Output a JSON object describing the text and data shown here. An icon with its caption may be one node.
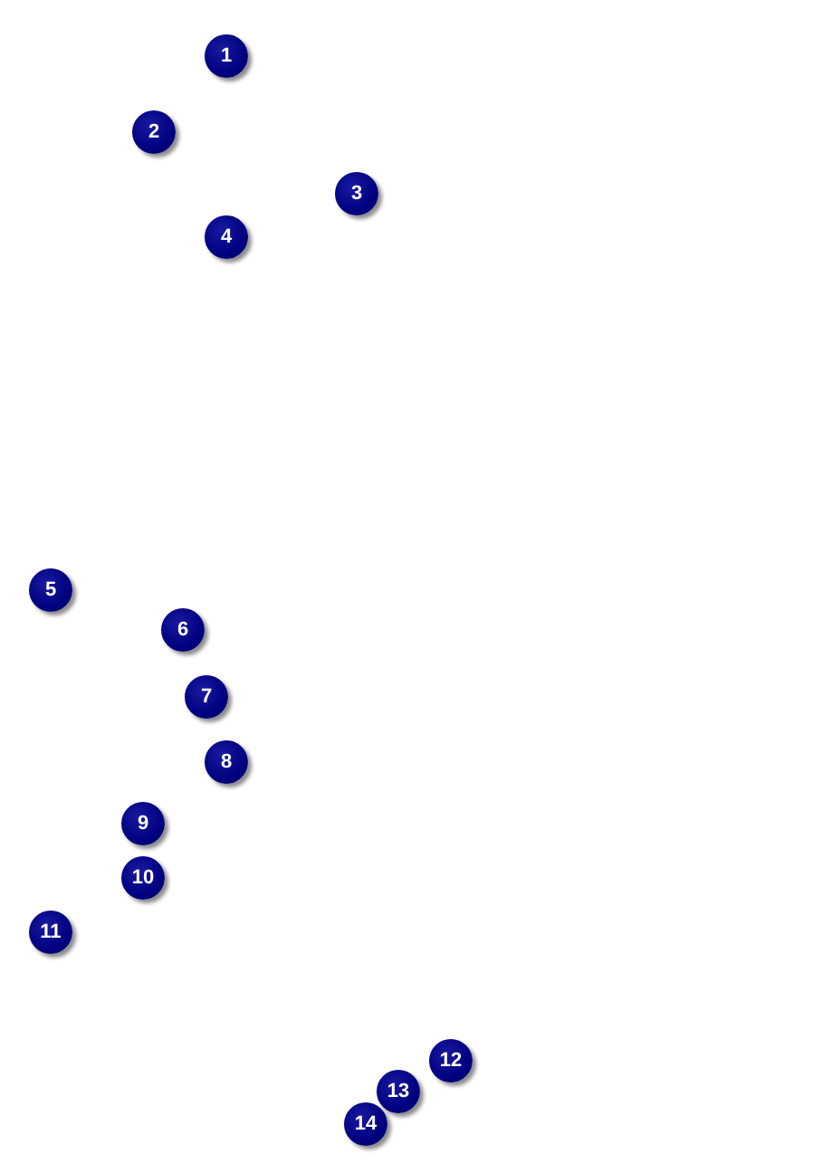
{
  "diagram": {
    "nodes": [
      {
        "text": [
          "1"
        ]
      },
      {
        "text": [
          "2"
        ]
      },
      {
        "text": [
          "3"
        ]
      },
      {
        "text": [
          "4"
        ]
      },
      {
        "text": [
          "5"
        ]
      },
      {
        "text": [
          "6"
        ]
      },
      {
        "text": [
          "7"
        ]
      },
      {
        "text": [
          "8"
        ]
      },
      {
        "text": [
          "9"
        ]
      },
      {
        "text": [
          "10"
        ]
      },
      {
        "text": [
          "11"
        ]
      },
      {
        "text": [
          "12"
        ]
      },
      {
        "text": [
          "13"
        ]
      },
      {
        "text": [
          "14"
        ]
      }
    ]
  }
}
